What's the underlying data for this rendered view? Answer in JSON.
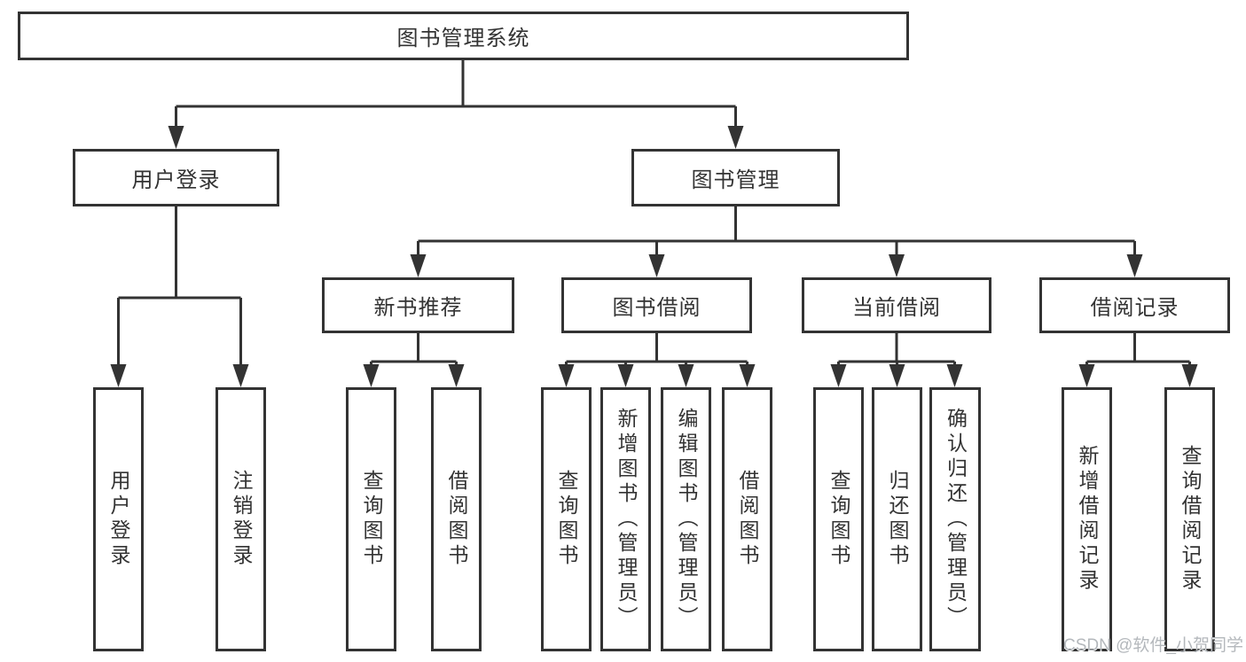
{
  "root": {
    "label": "图书管理系统"
  },
  "branches": [
    {
      "label": "用户登录",
      "children": [
        {
          "label": "用户登录"
        },
        {
          "label": "注销登录"
        }
      ]
    },
    {
      "label": "图书管理",
      "children": [
        {
          "label": "新书推荐",
          "children": [
            {
              "label": "查询图书"
            },
            {
              "label": "借阅图书"
            }
          ]
        },
        {
          "label": "图书借阅",
          "children": [
            {
              "label": "查询图书"
            },
            {
              "label": "新增图书（管理员）"
            },
            {
              "label": "编辑图书（管理员）"
            },
            {
              "label": "借阅图书"
            }
          ]
        },
        {
          "label": "当前借阅",
          "children": [
            {
              "label": "查询图书"
            },
            {
              "label": "归还图书"
            },
            {
              "label": "确认归还（管理员）"
            }
          ]
        },
        {
          "label": "借阅记录",
          "children": [
            {
              "label": "新增借阅记录"
            },
            {
              "label": "查询借阅记录"
            }
          ]
        }
      ]
    }
  ],
  "watermark": {
    "text": "CSDN @软件_小贺同学"
  },
  "colors": {
    "line": "#333333",
    "text": "#333333",
    "watermark": "#b4b8bc",
    "background": "#ffffff"
  }
}
